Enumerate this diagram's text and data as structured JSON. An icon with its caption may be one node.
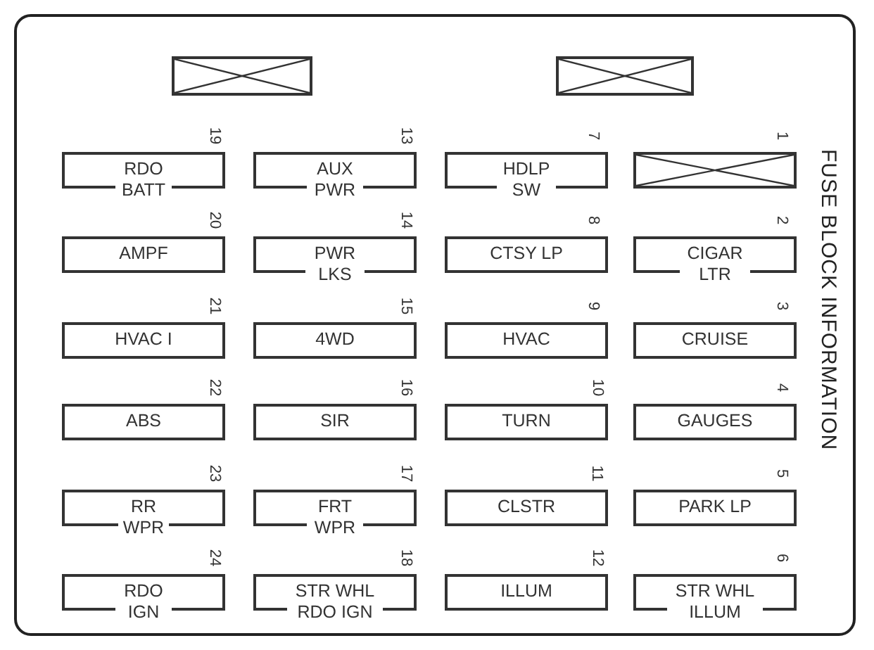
{
  "diagram": {
    "title": "FUSE BLOCK INFORMATION",
    "nodes": [
      {
        "text": [],
        "shape": "box"
      },
      {
        "text": [],
        "shape": "box"
      },
      {
        "text": [
          "RDO BATT"
        ],
        "beside": [
          "19"
        ]
      },
      {
        "text": [
          "AUX PWR"
        ],
        "beside": [
          "13"
        ]
      },
      {
        "text": [
          "HDLP SW"
        ],
        "beside": [
          "7"
        ]
      },
      {
        "text": [],
        "shape": "box",
        "beside": [
          "1"
        ]
      },
      {
        "text": [
          "AMPF"
        ],
        "beside": [
          "20"
        ]
      },
      {
        "text": [
          "PWR LKS"
        ],
        "beside": [
          "14"
        ]
      },
      {
        "text": [
          "CTSY LP"
        ],
        "beside": [
          "8"
        ]
      },
      {
        "text": [
          "CIGAR LTR"
        ],
        "beside": [
          "2"
        ]
      },
      {
        "text": [
          "HVAC I"
        ],
        "beside": [
          "21"
        ]
      },
      {
        "text": [
          "4WD"
        ],
        "beside": [
          "15"
        ]
      },
      {
        "text": [
          "HVAC"
        ],
        "beside": [
          "9"
        ]
      },
      {
        "text": [
          "CRUISE"
        ],
        "beside": [
          "3"
        ]
      },
      {
        "text": [
          "ABS"
        ],
        "beside": [
          "22"
        ]
      },
      {
        "text": [
          "SIR"
        ],
        "beside": [
          "16"
        ]
      },
      {
        "text": [
          "TURN"
        ],
        "beside": [
          "10"
        ]
      },
      {
        "text": [
          "GAUGES"
        ],
        "beside": [
          "4"
        ]
      },
      {
        "text": [
          "RR WPR"
        ],
        "beside": [
          "23"
        ]
      },
      {
        "text": [
          "FRT WPR"
        ],
        "beside": [
          "17"
        ]
      },
      {
        "text": [
          "CLSTR"
        ],
        "beside": [
          "11"
        ]
      },
      {
        "text": [
          "PARK LP"
        ],
        "beside": [
          "5"
        ]
      },
      {
        "text": [
          "RDO IGN"
        ],
        "beside": [
          "24"
        ]
      },
      {
        "text": [
          "STR WHL RDO IGN"
        ],
        "beside": [
          "18"
        ]
      },
      {
        "text": [
          "ILLUM"
        ],
        "beside": [
          "12"
        ]
      },
      {
        "text": [
          "STR WHL ILLUM"
        ],
        "beside": [
          "6"
        ]
      }
    ]
  }
}
